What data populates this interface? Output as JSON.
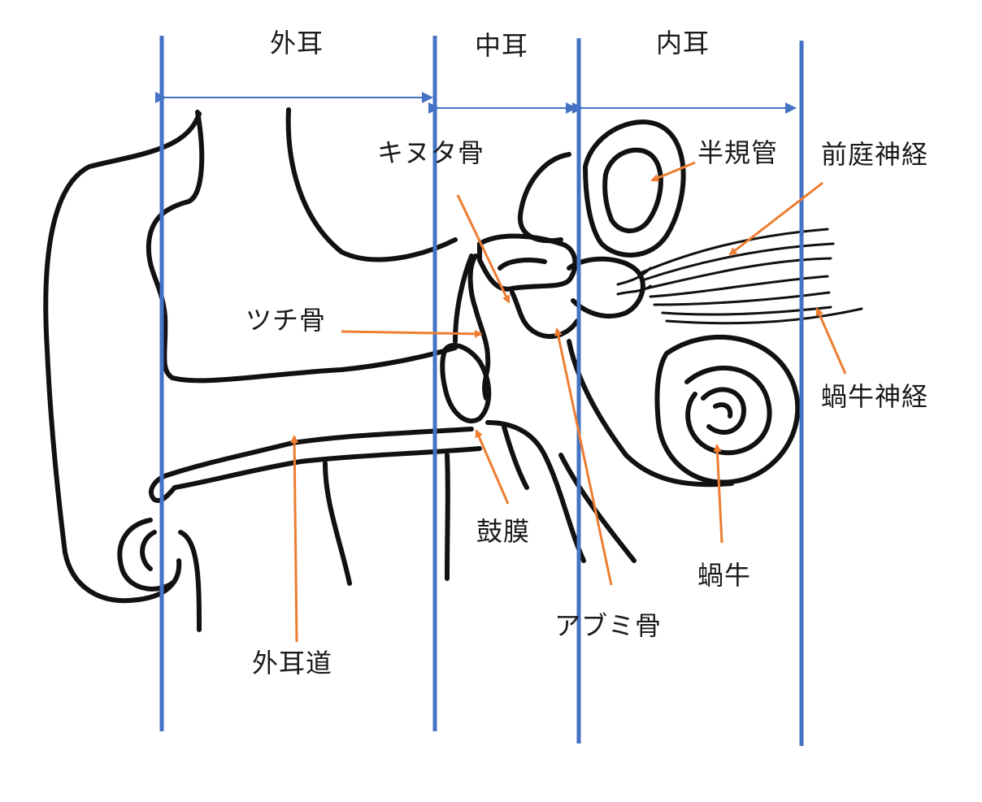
{
  "regions": {
    "outer": "外耳",
    "middle": "中耳",
    "inner": "内耳"
  },
  "labels": {
    "incus": "キヌタ骨",
    "semicircular_canals": "半規管",
    "vestibular_nerve": "前庭神経",
    "malleus": "ツチ骨",
    "cochlear_nerve": "蝸牛神経",
    "eardrum": "鼓膜",
    "cochlea": "蝸牛",
    "stapes": "アブミ骨",
    "ear_canal": "外耳道"
  },
  "colors": {
    "divider": "#4472c4",
    "arrow": "#ed7d31",
    "outline": "#111111"
  }
}
